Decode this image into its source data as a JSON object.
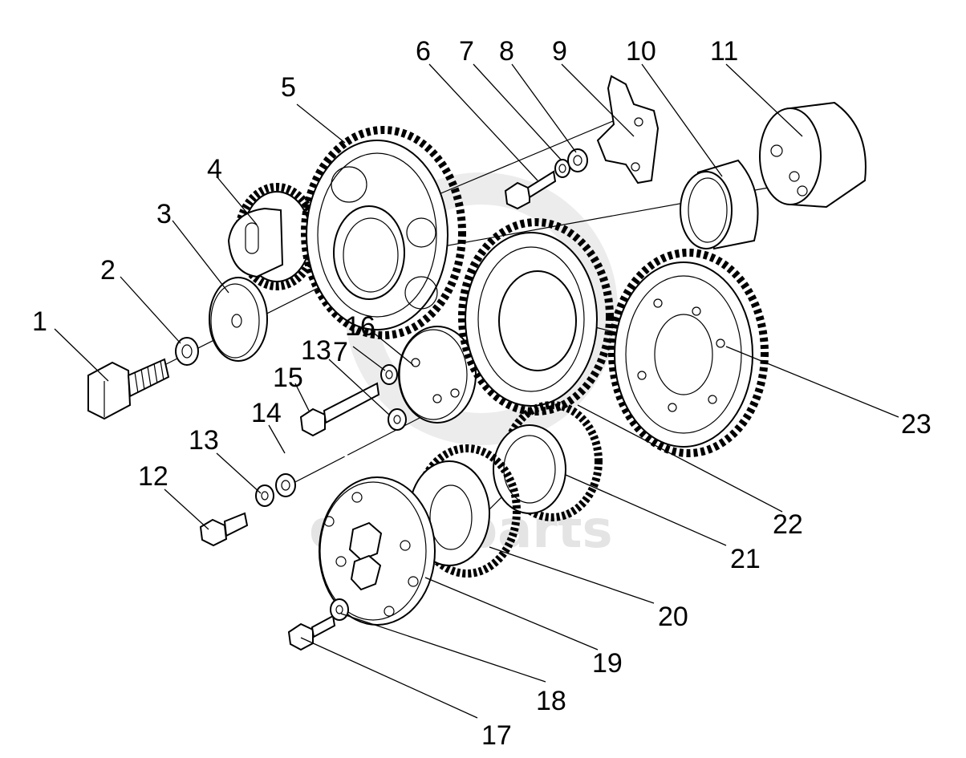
{
  "watermark": {
    "text": "data-parts",
    "color": "#cfcfcf"
  },
  "colors": {
    "line": "#000000",
    "background": "#ffffff"
  },
  "callouts": [
    "1",
    "2",
    "3",
    "4",
    "5",
    "6",
    "7",
    "8",
    "9",
    "10",
    "11",
    "12",
    "13",
    "14",
    "15",
    "16",
    "13",
    "7",
    "17",
    "18",
    "19",
    "20",
    "21",
    "22",
    "23"
  ]
}
